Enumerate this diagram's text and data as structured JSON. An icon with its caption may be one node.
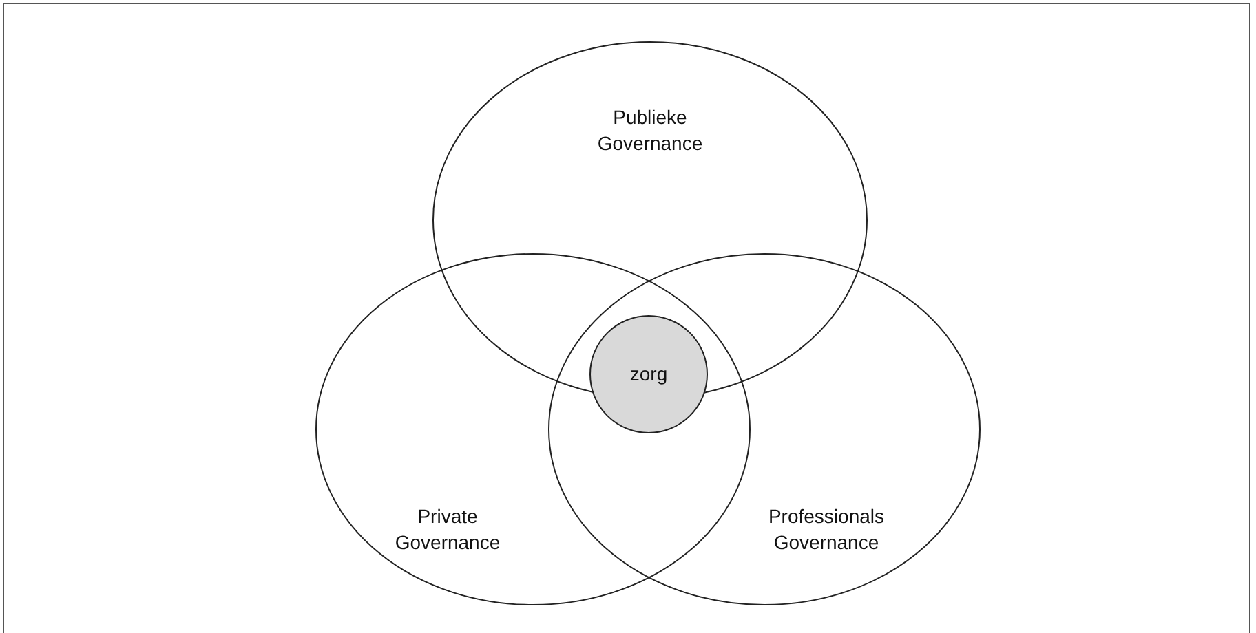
{
  "diagram": {
    "nodes": [
      {
        "text": [
          "Publieke Governance"
        ]
      },
      {
        "text": [
          "Private Governance"
        ]
      },
      {
        "text": [
          "Professionals Governance"
        ]
      },
      {
        "text": [
          "zorg"
        ]
      }
    ]
  }
}
